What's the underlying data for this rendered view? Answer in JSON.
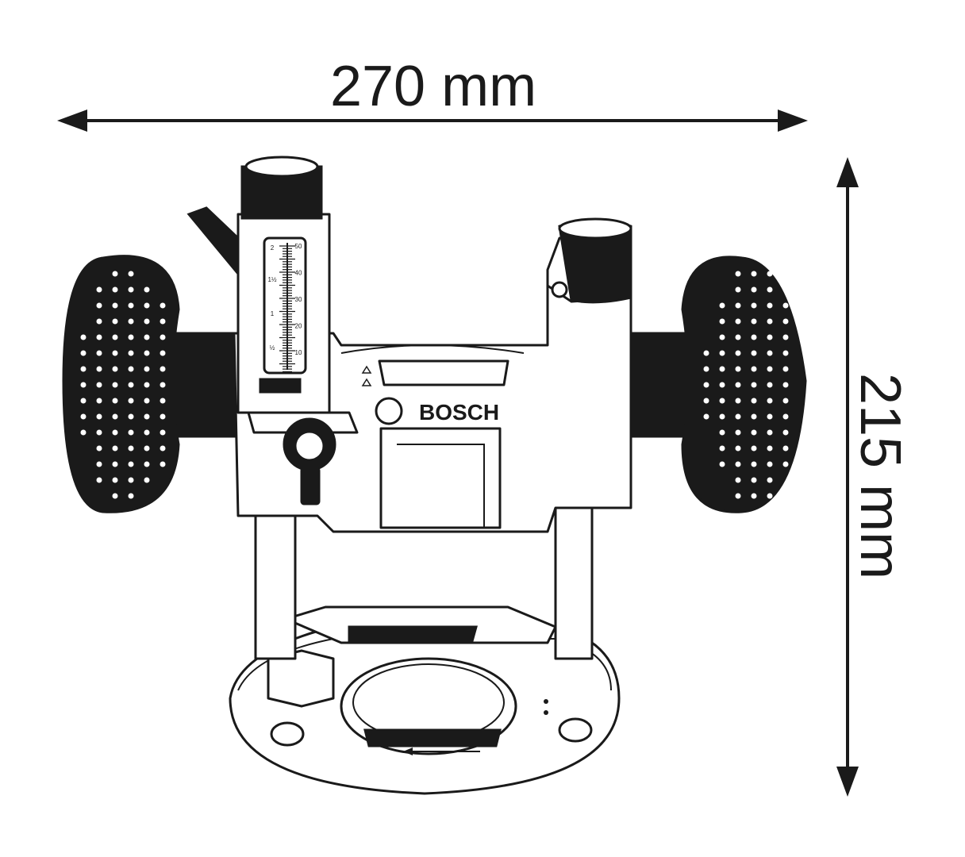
{
  "dimensions": {
    "width_label": "270 mm",
    "height_label": "215 mm"
  },
  "brand": {
    "name": "BOSCH"
  },
  "depth_scale": {
    "inch_labels": [
      "2",
      "1½",
      "1",
      "½"
    ],
    "mm_labels": [
      "50",
      "40",
      "30",
      "20",
      "10"
    ]
  },
  "colors": {
    "line": "#1a1a1a",
    "background": "#ffffff"
  }
}
